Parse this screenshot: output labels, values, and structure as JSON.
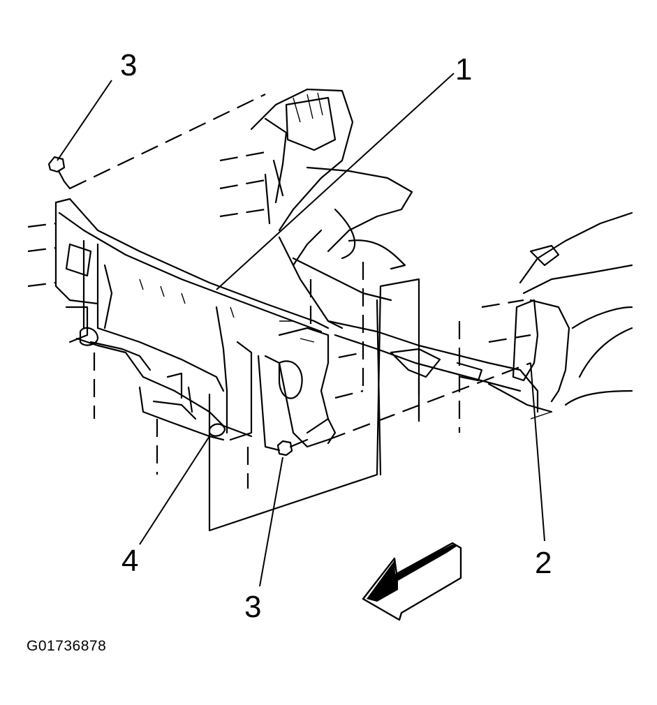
{
  "figure_id": "G01736878",
  "callouts": [
    {
      "id": "c3-top",
      "label": "3"
    },
    {
      "id": "c1",
      "label": "1"
    },
    {
      "id": "c2",
      "label": "2"
    },
    {
      "id": "c4",
      "label": "4"
    },
    {
      "id": "c3-bottom",
      "label": "3"
    }
  ]
}
